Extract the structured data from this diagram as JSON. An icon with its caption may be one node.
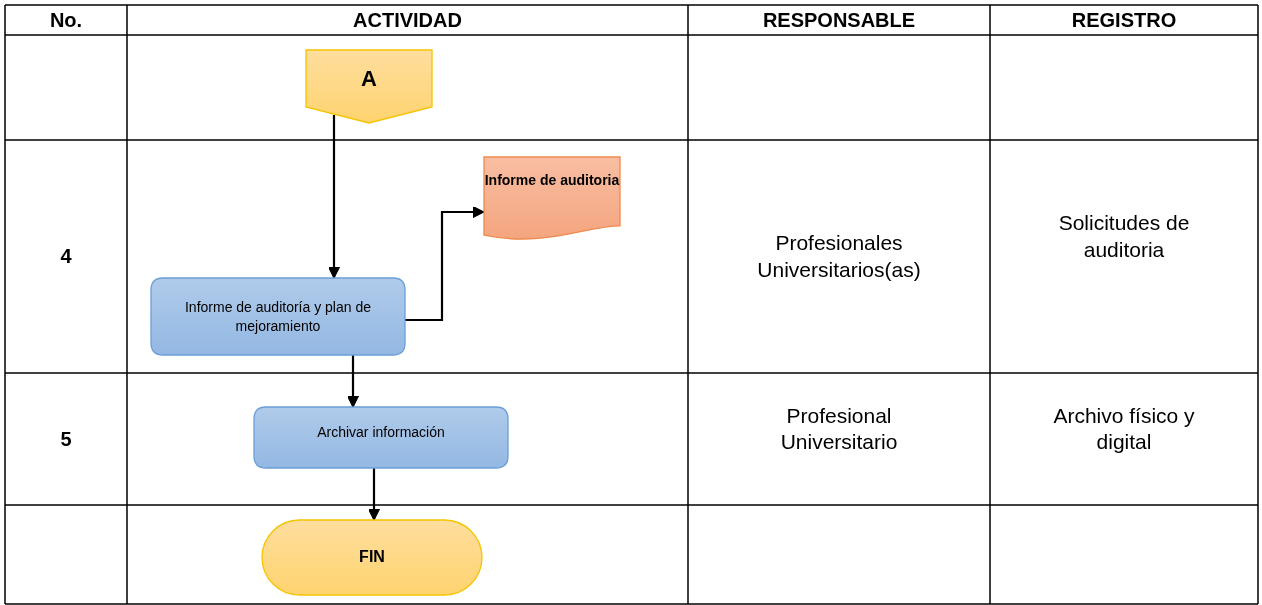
{
  "diagram": {
    "nodes": [
      {
        "text": [
          "A"
        ]
      },
      {
        "text": [
          "Informe de auditoría y plan de mejoramiento"
        ]
      },
      {
        "text": [
          "Informe de auditoria"
        ]
      },
      {
        "text": [
          "Archivar información"
        ]
      },
      {
        "text": [
          "FIN"
        ]
      }
    ],
    "edges": [
      {
        "from": 0,
        "to": 1,
        "arrow": "to"
      },
      {
        "from": 1,
        "to": 2,
        "arrow": "to"
      },
      {
        "from": 1,
        "to": 3,
        "arrow": "to"
      },
      {
        "from": 3,
        "to": 4,
        "arrow": "to"
      }
    ],
    "labels": [
      "No.",
      "ACTIVIDAD",
      "RESPONSABLE",
      "REGISTRO",
      "4",
      "Profesionales Universitarios(as)",
      "Solicitudes de auditoria",
      "5",
      "Profesional Universitario",
      "Archivo físico y digital"
    ]
  }
}
